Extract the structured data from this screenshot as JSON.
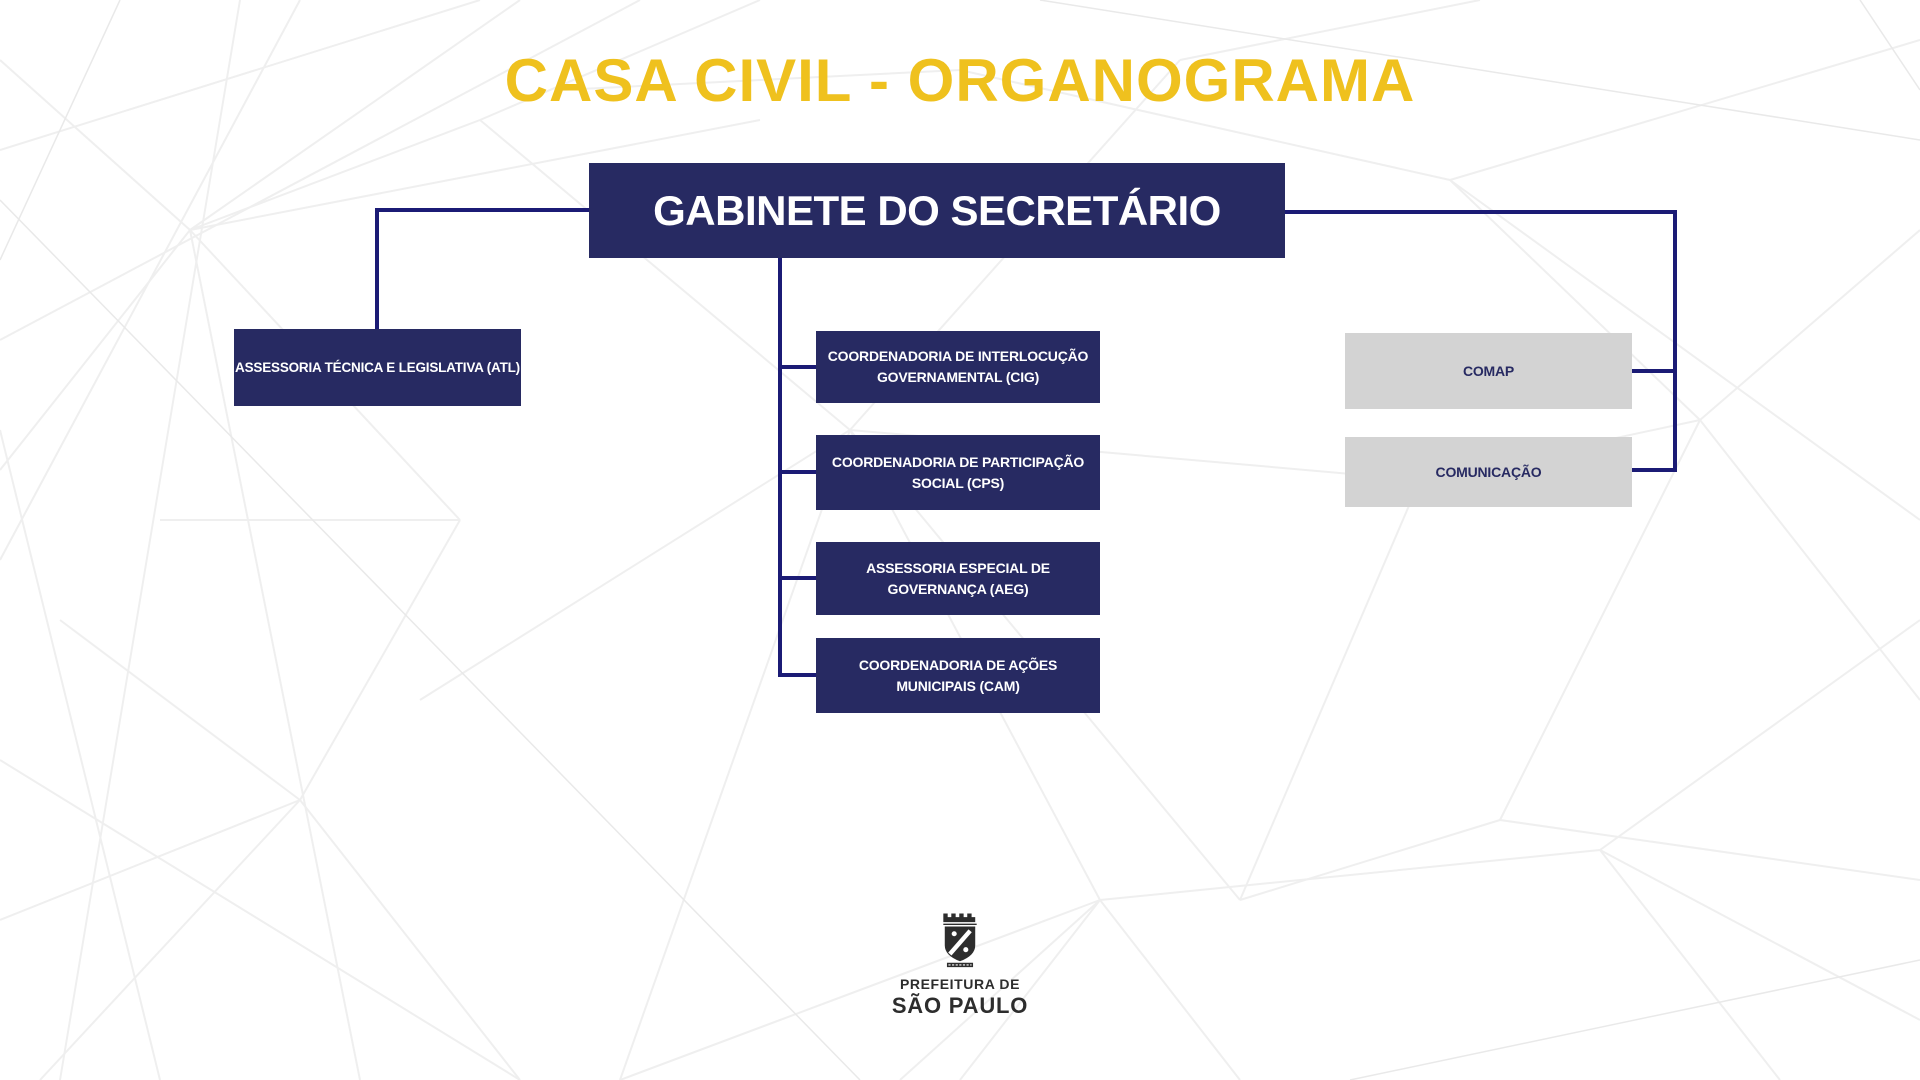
{
  "page": {
    "title": "CASA CIVIL - ORGANOGRAMA"
  },
  "colors": {
    "accent_gold": "#EFC11E",
    "box_navy": "#272A62",
    "connector_navy": "#1B1B75",
    "box_gray": "#D3D3D3",
    "footer_ink": "#2D2D2D"
  },
  "org": {
    "root": {
      "label": "GABINETE DO SECRETÁRIO"
    },
    "left_branch": [
      {
        "label": "ASSESSORIA TÉCNICA E LEGISLATIVA (ATL)"
      }
    ],
    "center_branch": [
      {
        "label": "COORDENADORIA DE INTERLOCUÇÃO GOVERNAMENTAL (CIG)"
      },
      {
        "label": "COORDENADORIA DE PARTICIPAÇÃO SOCIAL (CPS)"
      },
      {
        "label": "ASSESSORIA ESPECIAL DE GOVERNANÇA (AEG)"
      },
      {
        "label": "COORDENADORIA DE AÇÕES MUNICIPAIS (CAM)"
      }
    ],
    "right_branch": [
      {
        "label": "COMAP"
      },
      {
        "label": "COMUNICAÇÃO"
      }
    ]
  },
  "footer": {
    "crest_icon": "sao-paulo-coat-of-arms-icon",
    "line1": "PREFEITURA DE",
    "line2": "SÃO PAULO"
  }
}
